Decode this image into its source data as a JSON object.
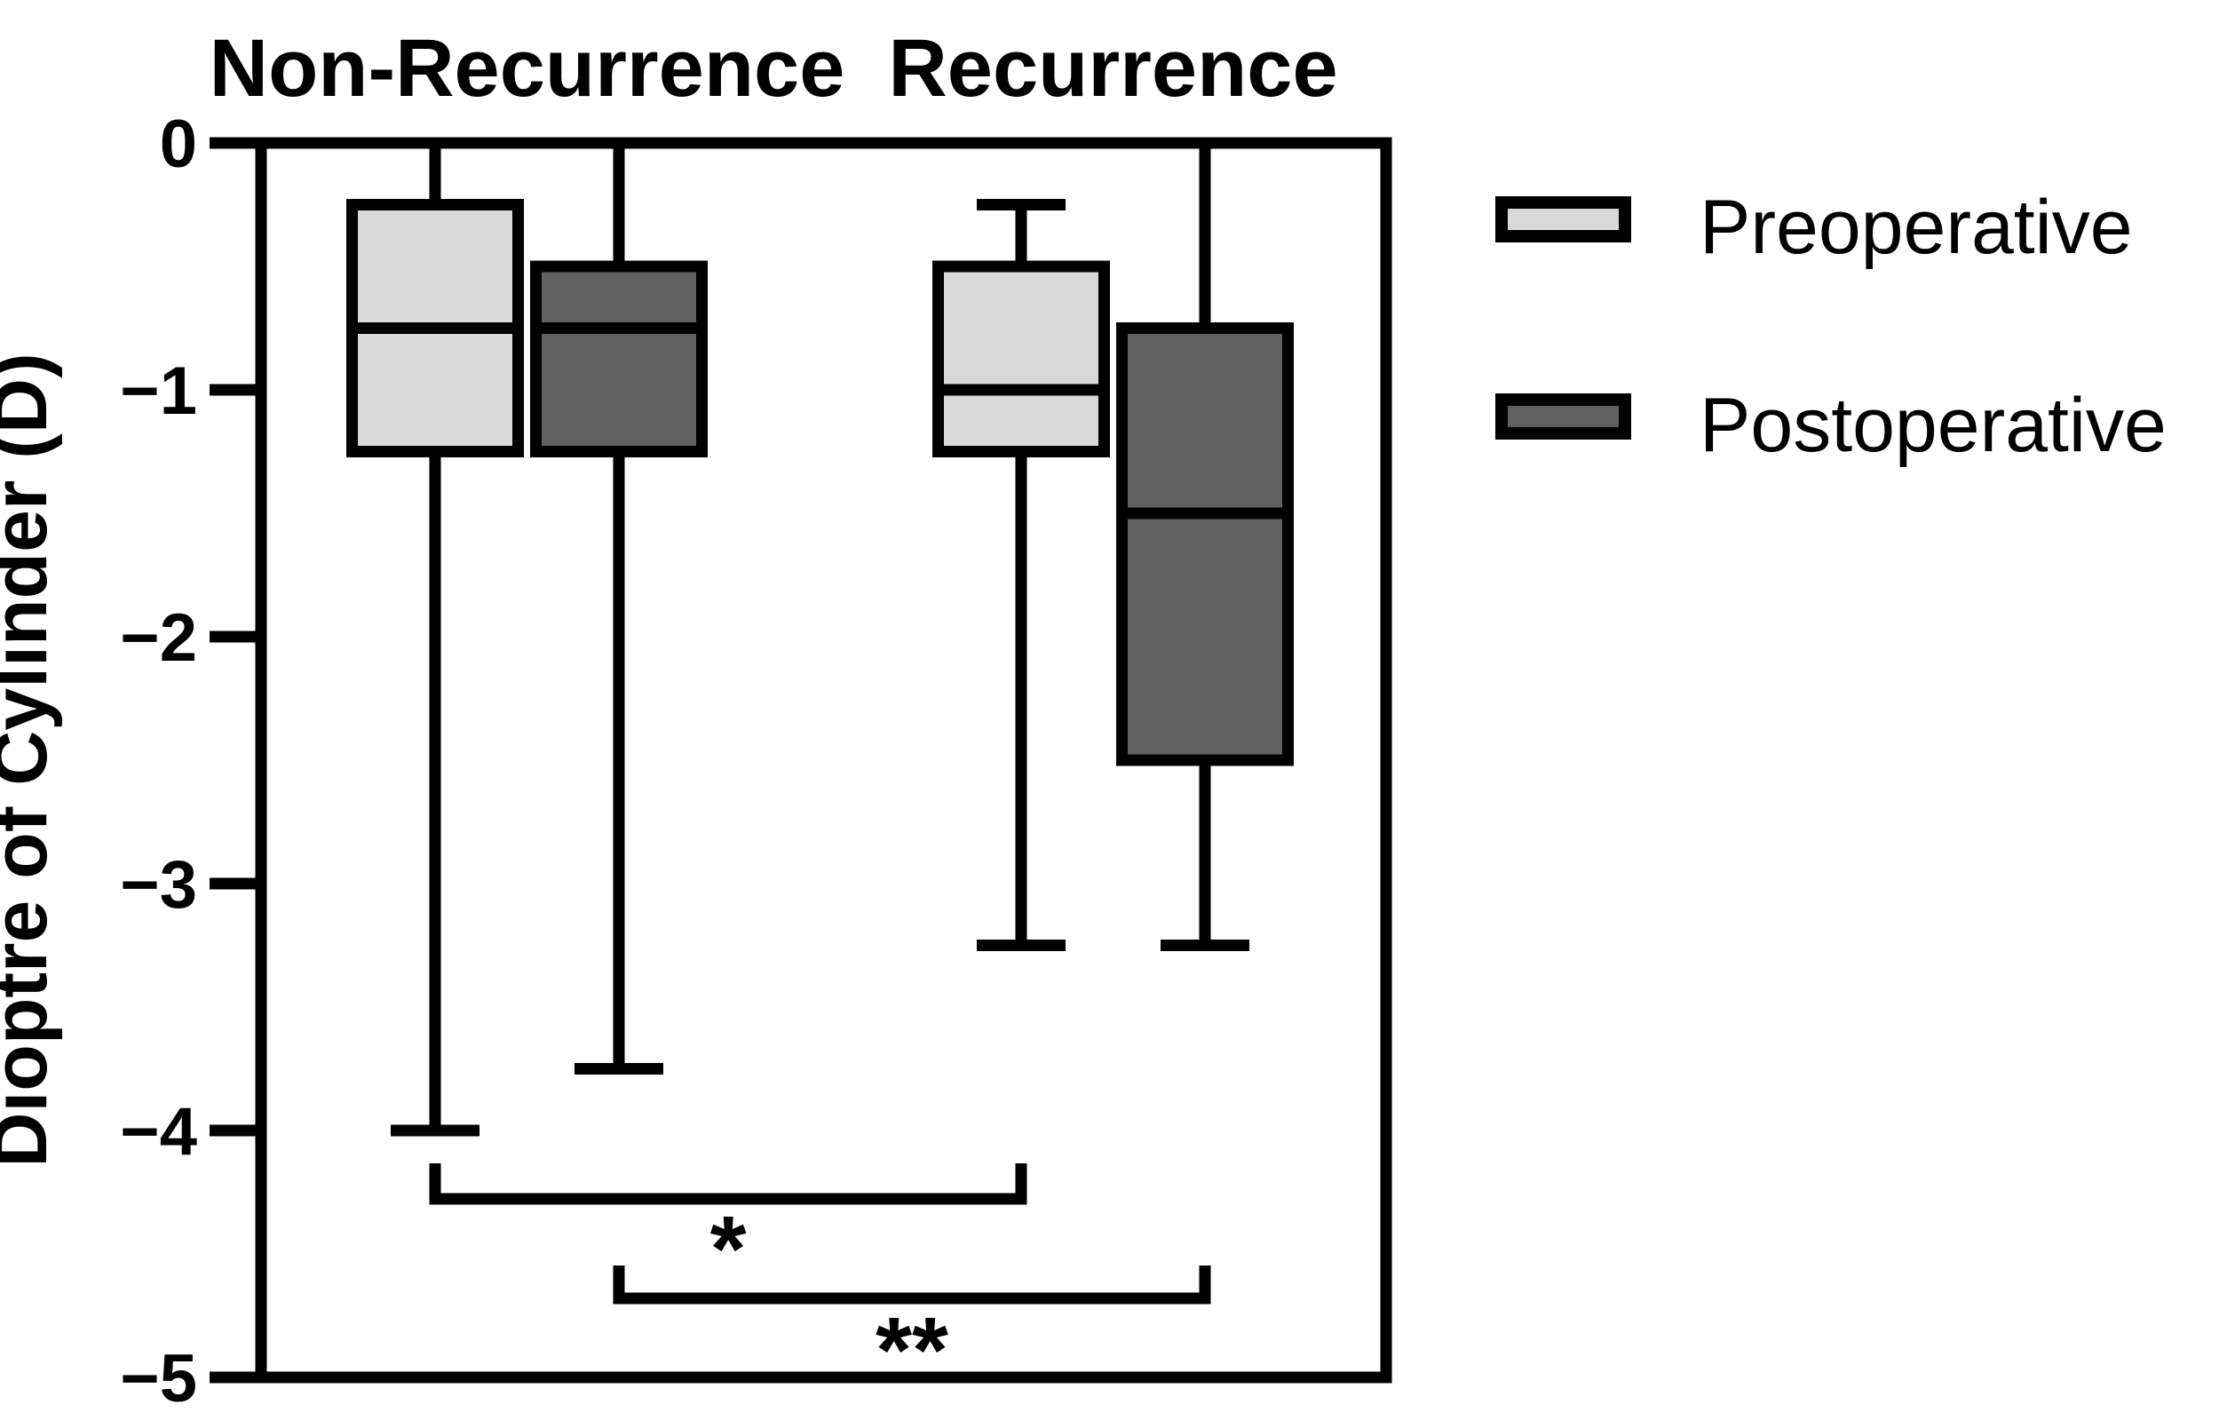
{
  "figure": {
    "background": "#ffffff"
  },
  "chart_data": {
    "type": "boxplot",
    "title": "",
    "ylabel": "Dioptre of Cylinder (D)",
    "xlabel": "",
    "ylim": [
      0,
      -5
    ],
    "grid": false,
    "axis_color": "#000000",
    "yticks": [
      {
        "label": "0",
        "value": 0
      },
      {
        "label": "−1",
        "value": -1
      },
      {
        "label": "−2",
        "value": -2
      },
      {
        "label": "−3",
        "value": -3
      },
      {
        "label": "−4",
        "value": -4
      },
      {
        "label": "−5",
        "value": -5
      }
    ],
    "groups": [
      {
        "name": "Non-Recurrence"
      },
      {
        "name": "Recurrence"
      }
    ],
    "series": [
      {
        "name": "Preoperative",
        "fill": "#D8D8D8"
      },
      {
        "name": "Postoperative",
        "fill": "#606060"
      }
    ],
    "boxes": [
      {
        "group": "Non-Recurrence",
        "series": "Preoperative",
        "whisker_high": 0,
        "q3": -0.25,
        "median": -0.75,
        "q1": -1.25,
        "whisker_low": -4.0,
        "top_cap": false
      },
      {
        "group": "Non-Recurrence",
        "series": "Postoperative",
        "whisker_high": 0,
        "q3": -0.5,
        "median": -0.75,
        "q1": -1.25,
        "whisker_low": -3.75,
        "top_cap": false
      },
      {
        "group": "Recurrence",
        "series": "Preoperative",
        "whisker_high": -0.25,
        "q3": -0.5,
        "median": -1.0,
        "q1": -1.25,
        "whisker_low": -3.25,
        "top_cap": true
      },
      {
        "group": "Recurrence",
        "series": "Postoperative",
        "whisker_high": 0,
        "q3": -0.75,
        "median": -1.5,
        "q1": -2.5,
        "whisker_low": -3.25,
        "top_cap": false
      }
    ],
    "significance_brackets": [
      {
        "label": "*",
        "from_group": "Non-Recurrence",
        "from_series": "Preoperative",
        "to_group": "Recurrence",
        "to_series": "Preoperative"
      },
      {
        "label": "**",
        "from_group": "Non-Recurrence",
        "from_series": "Postoperative",
        "to_group": "Recurrence",
        "to_series": "Postoperative"
      }
    ],
    "legend": {
      "position": "right-top",
      "entries": [
        {
          "label": "Preoperative",
          "fill": "#D8D8D8"
        },
        {
          "label": "Postoperative",
          "fill": "#606060"
        }
      ]
    }
  }
}
